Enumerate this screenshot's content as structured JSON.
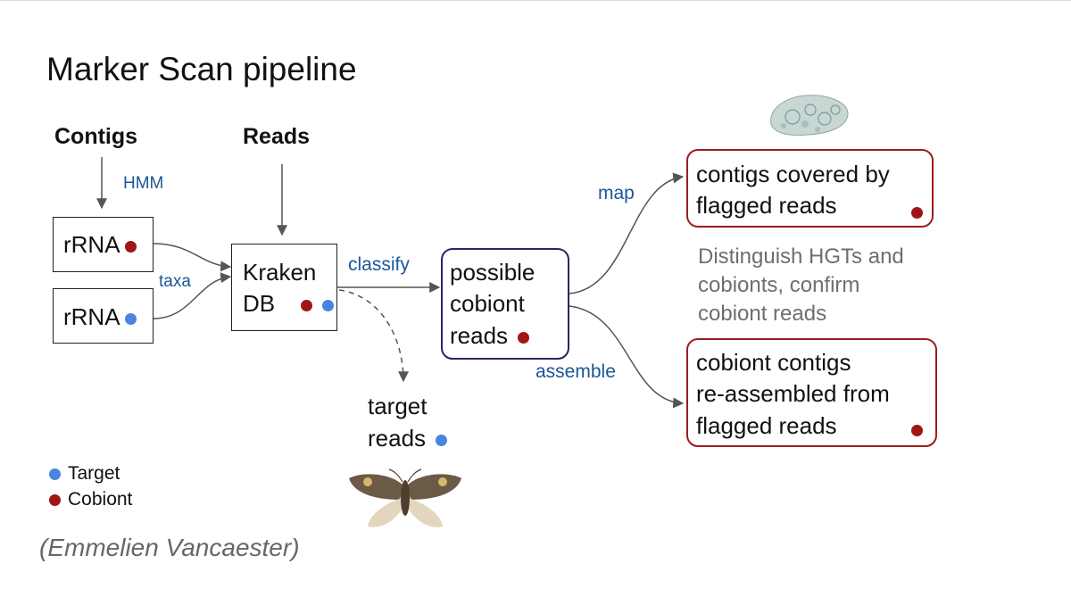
{
  "title": "Marker Scan pipeline",
  "sources": {
    "contigs": "Contigs",
    "reads": "Reads"
  },
  "edge_labels": {
    "hmm": "HMM",
    "taxa": "taxa",
    "classify": "classify",
    "map": "map",
    "assemble": "assemble"
  },
  "boxes": {
    "rrna_cobiont": "rRNA",
    "rrna_target": "rRNA",
    "kraken": [
      "Kraken",
      "DB"
    ],
    "possible": [
      "possible",
      "cobiont",
      "reads"
    ],
    "covered": [
      "contigs covered by",
      "flagged reads"
    ],
    "reassembled": [
      "cobiont contigs",
      "re-assembled from",
      "flagged reads"
    ],
    "target_reads": [
      "target",
      "reads"
    ]
  },
  "note": [
    "Distinguish HGTs and",
    "cobionts, confirm",
    "cobiont reads"
  ],
  "legend": {
    "target": "Target",
    "cobiont": "Cobiont"
  },
  "credit": "(Emmelien Vancaester)",
  "colors": {
    "target": "#4a84e0",
    "cobiont": "#a01616",
    "edge_label": "#1a5796",
    "cobiont_box": "#9c1c1c",
    "possible_box": "#2d2466"
  }
}
